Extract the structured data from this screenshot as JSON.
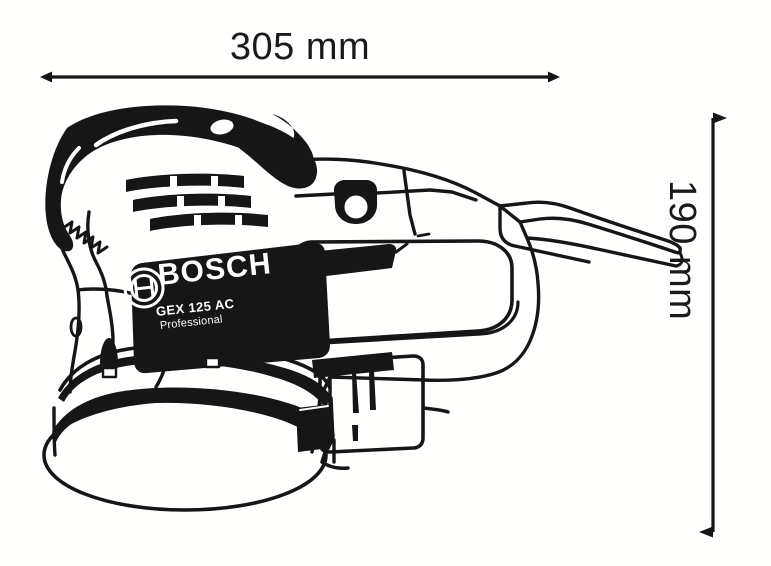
{
  "figure": {
    "type": "technical-dimension-drawing",
    "subject": "Bosch random orbit sander line drawing with dimension callouts",
    "background_color": "#fffffd",
    "ink_color": "#161616"
  },
  "dimensions": {
    "width": {
      "label": "305 mm",
      "value": 305,
      "unit": "mm",
      "orientation": "horizontal",
      "arrow_style": "double-headed"
    },
    "height": {
      "label": "190 mm",
      "value": 190,
      "unit": "mm",
      "orientation": "vertical",
      "arrow_style": "double-headed"
    }
  },
  "nameplate": {
    "brand": "BOSCH",
    "model": "GEX 125 AC",
    "product_line": "Professional",
    "plate_color": "#161616",
    "text_color": "#ffffff",
    "logo_icon": "bosch-armature-icon"
  },
  "product_features": {
    "items": [
      "top-grip-cap",
      "ventilation-slots",
      "speed-control-dial",
      "main-handle-aperture",
      "dust-extraction-port",
      "sanding-pad-disc",
      "power-cord"
    ]
  }
}
